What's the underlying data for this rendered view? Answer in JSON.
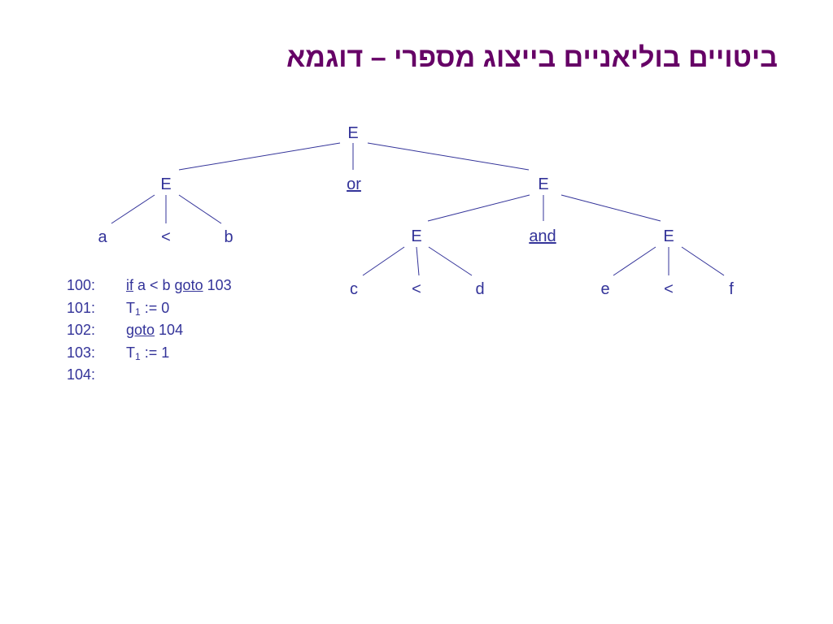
{
  "title": "ביטויים בוליאניים בייצוג מספרי – דוגמא",
  "tree": {
    "root": "E",
    "or_label": "or",
    "left_E": "E",
    "right_E": "E",
    "a": "a",
    "lt1": "<",
    "b": "b",
    "E_cd": "E",
    "and_label": "and",
    "E_ef": "E",
    "c": "c",
    "lt2": "<",
    "d": "d",
    "e": "e",
    "lt3": "<",
    "f": "f"
  },
  "code": {
    "line100": {
      "num": "100:",
      "kw_if": "if",
      "cond": " a < b ",
      "kw_goto": "goto",
      "target": " 103"
    },
    "line101": {
      "num": "101:",
      "var": "T",
      "sub": "1",
      "rest": " := 0"
    },
    "line102": {
      "num": "102:",
      "kw_goto": "goto",
      "target": " 104"
    },
    "line103": {
      "num": "103:",
      "var": "T",
      "sub": "1",
      "rest": " := 1"
    },
    "line104": {
      "num": "104:"
    }
  },
  "colors": {
    "title": "#660066",
    "tree": "#333399"
  }
}
